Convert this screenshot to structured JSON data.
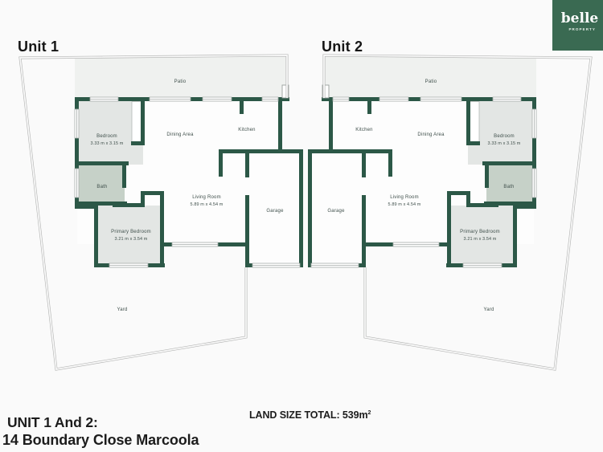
{
  "logo": {
    "brand": "belle",
    "subtitle": "PROPERTY"
  },
  "unit1": {
    "title": "Unit 1"
  },
  "unit2": {
    "title": "Unit 2"
  },
  "rooms": {
    "patio": "Patio",
    "bedroom_name": "Bedroom",
    "bedroom_dims": "3.33 m x 3.15 m",
    "bath": "Bath",
    "dining": "Dining Area",
    "kitchen": "Kitchen",
    "living_name": "Living Room",
    "living_dims": "5.89 m x 4.54 m",
    "primary_name": "Primary Bedroom",
    "primary_dims": "3.21 m x 3.54 m",
    "garage": "Garage",
    "yard": "Yard"
  },
  "footer": {
    "title_line1": "UNIT 1 And 2:",
    "title_line2": "14 Boundary Close Marcoola",
    "land_size_label": "LAND SIZE TOTAL: 539m",
    "land_size_sup": "2"
  },
  "colors": {
    "wall_green": "#2c5847",
    "logo_green": "#3a6a52",
    "bath_fill": "#c6d1c8",
    "room_fill": "#e3e6e4",
    "patio_fill": "#eff1ef",
    "boundary_gray": "#b3b4b3",
    "background": "#fafafa"
  }
}
